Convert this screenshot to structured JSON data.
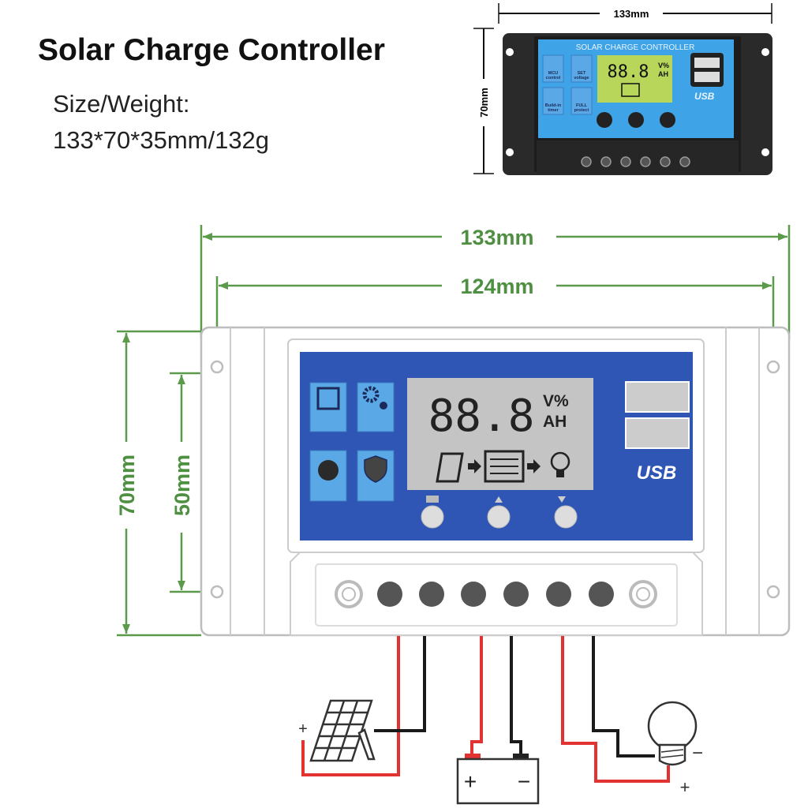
{
  "header": {
    "title": "Solar Charge Controller",
    "spec_label": "Size/Weight:",
    "spec_value": "133*70*35mm/132g"
  },
  "photo": {
    "width_dim": "133mm",
    "height_dim": "70mm",
    "panel_title": "SOLAR CHARGE CONTROLLER",
    "lcd_digits": "88.8",
    "lcd_unit_top": "V%",
    "lcd_unit_bottom": "AH",
    "tiles": [
      "MCU control",
      "SET voltage",
      "Build-in timer",
      "FULL protect"
    ],
    "usb_label": "USB"
  },
  "drawing": {
    "outer_width_dim": "133mm",
    "hole_spacing_dim": "124mm",
    "height_dim": "70mm",
    "hole_vertical_dim": "50mm",
    "lcd_digits": "88.8",
    "lcd_unit_top": "V%",
    "lcd_unit_bottom": "AH",
    "usb_label": "USB"
  },
  "wiring": {
    "solar_plus": "+",
    "battery_plus": "+",
    "battery_minus": "−",
    "load_minus": "−",
    "load_plus": "+"
  },
  "colors": {
    "panel_blue": "#2f56b5",
    "photo_blue": "#3fa3e8",
    "dimension_green": "#4f8f42",
    "wire_red": "#e23232"
  }
}
